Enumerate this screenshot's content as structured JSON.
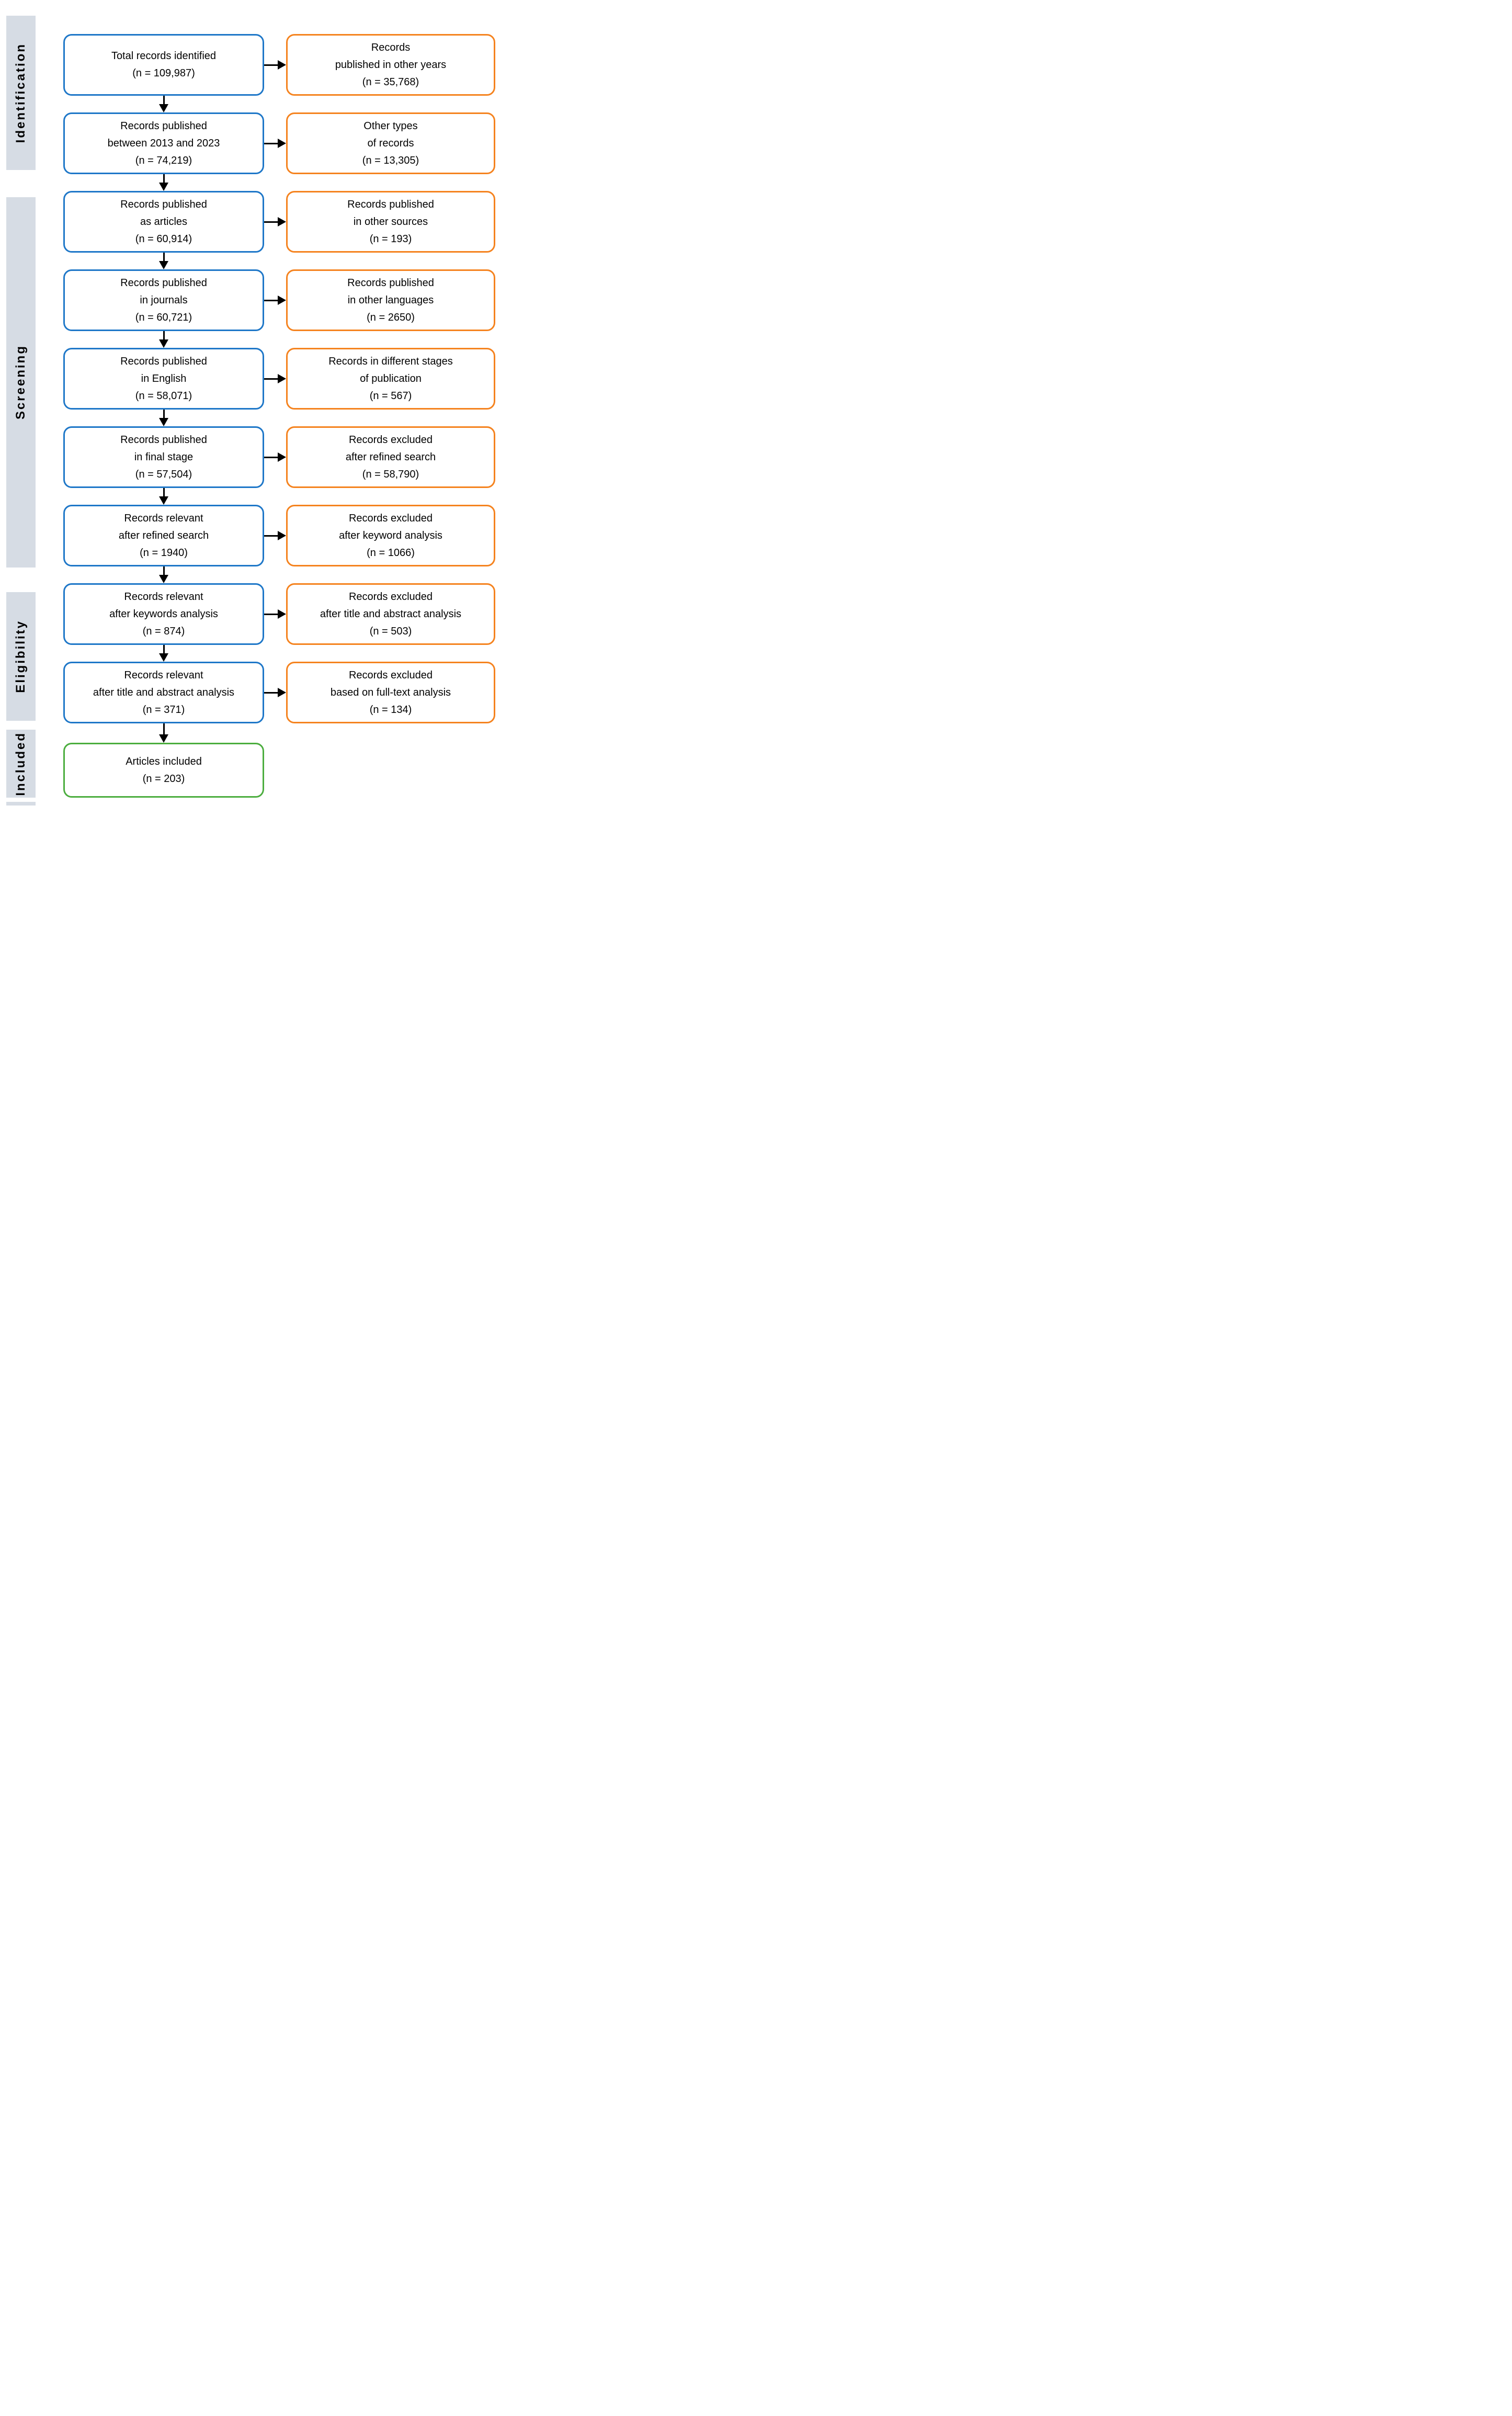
{
  "sidebar": {
    "stages": [
      {
        "label": "Identification"
      },
      {
        "label": "Screening"
      },
      {
        "label": "Eligibility"
      },
      {
        "label": "Included"
      }
    ]
  },
  "flow": {
    "rows": [
      {
        "main": {
          "lines": [
            "Total records identified",
            "(n = 109,987)"
          ]
        },
        "excluded": {
          "lines": [
            "Records",
            "published in other years",
            "(n = 35,768)"
          ]
        }
      },
      {
        "main": {
          "lines": [
            "Records published",
            "between 2013 and 2023",
            "(n = 74,219)"
          ]
        },
        "excluded": {
          "lines": [
            "Other types",
            "of records",
            "(n = 13,305)"
          ]
        }
      },
      {
        "main": {
          "lines": [
            "Records published",
            "as articles",
            "(n = 60,914)"
          ]
        },
        "excluded": {
          "lines": [
            "Records published",
            "in other sources",
            "(n = 193)"
          ]
        }
      },
      {
        "main": {
          "lines": [
            "Records published",
            "in journals",
            "(n = 60,721)"
          ]
        },
        "excluded": {
          "lines": [
            "Records published",
            "in other languages",
            "(n = 2650)"
          ]
        }
      },
      {
        "main": {
          "lines": [
            "Records published",
            "in English",
            "(n = 58,071)"
          ]
        },
        "excluded": {
          "lines": [
            "Records in different stages",
            "of publication",
            "(n = 567)"
          ]
        }
      },
      {
        "main": {
          "lines": [
            "Records published",
            "in final stage",
            "(n = 57,504)"
          ]
        },
        "excluded": {
          "lines": [
            "Records excluded",
            "after refined search",
            "(n = 58,790)"
          ]
        }
      },
      {
        "main": {
          "lines": [
            "Records relevant",
            "after refined search",
            "(n = 1940)"
          ]
        },
        "excluded": {
          "lines": [
            "Records excluded",
            "after keyword analysis",
            "(n = 1066)"
          ]
        }
      },
      {
        "main": {
          "lines": [
            "Records relevant",
            "after keywords analysis",
            "(n = 874)"
          ]
        },
        "excluded": {
          "lines": [
            "Records excluded",
            "after title and abstract analysis",
            "(n = 503)"
          ]
        }
      },
      {
        "main": {
          "lines": [
            "Records relevant",
            "after title and abstract analysis",
            "(n = 371)"
          ]
        },
        "excluded": {
          "lines": [
            "Records excluded",
            "based on full-text analysis",
            "(n = 134)"
          ]
        }
      },
      {
        "main": {
          "lines": [
            "Articles included",
            "(n = 203)"
          ],
          "final": true
        }
      }
    ]
  },
  "colors": {
    "process_border": "#1e77c8",
    "excluded_border": "#f5831f",
    "included_border": "#4bad3e",
    "stage_bar_bg": "#d6dce4",
    "arrow": "#000000"
  }
}
